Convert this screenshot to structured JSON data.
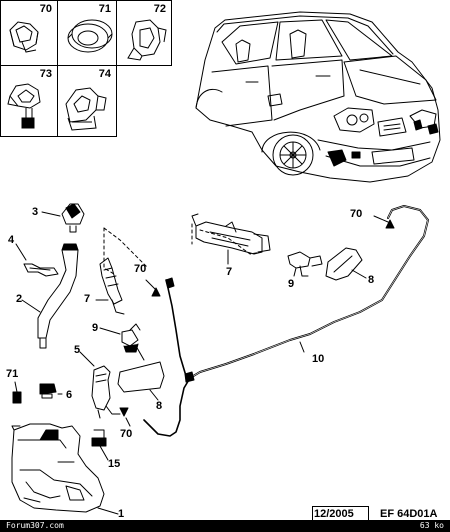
{
  "legend": {
    "items": [
      {
        "num": "70",
        "icon": "clip-icon"
      },
      {
        "num": "71",
        "icon": "grommet-icon"
      },
      {
        "num": "72",
        "icon": "retainer-clip-icon"
      },
      {
        "num": "73",
        "icon": "hose-clamp-icon"
      },
      {
        "num": "74",
        "icon": "hose-holder-clip-icon"
      }
    ]
  },
  "callouts": {
    "c3": "3",
    "c4": "4",
    "c2": "2",
    "c71": "71",
    "c6": "6",
    "c5": "5",
    "c15": "15",
    "c1": "1",
    "c7a": "7",
    "c9a": "9",
    "c70a": "70",
    "c8a": "8",
    "c70b": "70",
    "c10": "10",
    "c7b": "7",
    "c9b": "9",
    "c8b": "8",
    "c70c": "70"
  },
  "footer": {
    "date": "12/2005",
    "ref": "EF 64D01A",
    "site": "Forum307.com",
    "size": "63 ko"
  }
}
